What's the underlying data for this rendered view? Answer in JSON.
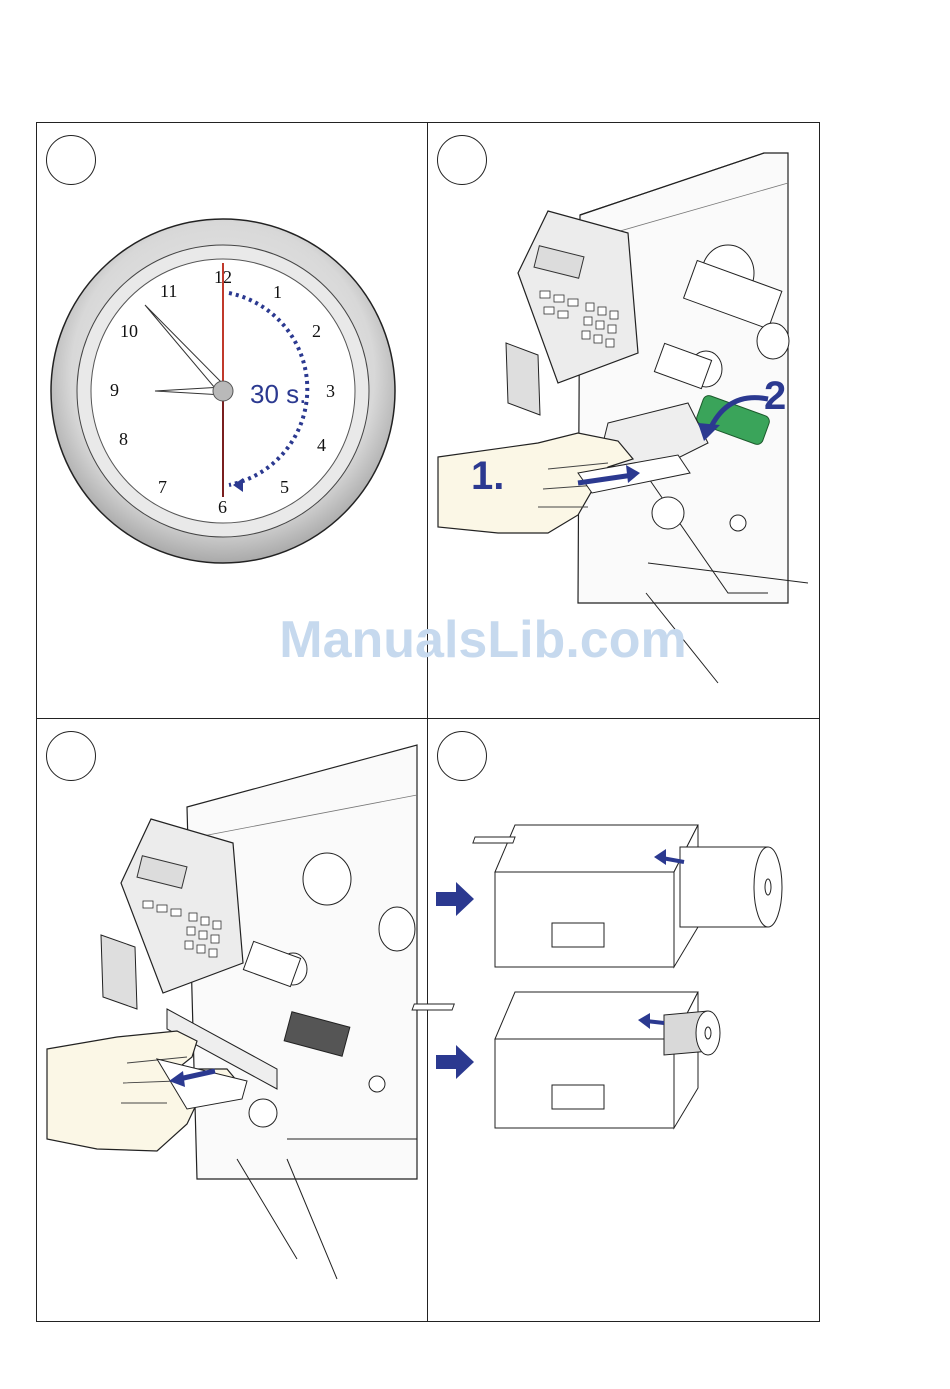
{
  "clock": {
    "numbers": [
      "12",
      "1",
      "2",
      "3",
      "4",
      "5",
      "6",
      "7",
      "8",
      "9",
      "10",
      "11"
    ],
    "duration_label": "30 s."
  },
  "panel2": {
    "step1_label": "1.",
    "step2_label": "2"
  },
  "watermark": "ManualsLib.com",
  "colors": {
    "arrow_blue": "#2b3990",
    "second_hand": "#c0392b",
    "roller_green": "#3aa45a",
    "hand_fill": "#fbf7e6"
  }
}
